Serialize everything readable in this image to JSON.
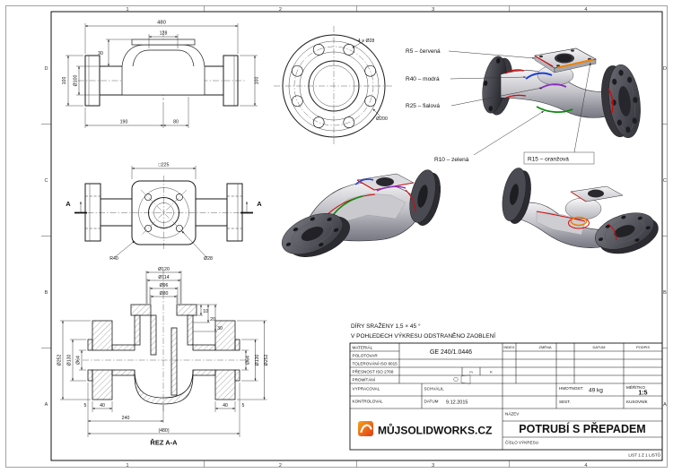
{
  "sheet": {
    "zone_numbers": [
      "1",
      "2",
      "3",
      "4"
    ],
    "zone_letters": [
      "D",
      "C",
      "B",
      "A"
    ],
    "list_info": "LIST 1 Z 1 LISTŮ"
  },
  "notes": {
    "line1": "DÍRY SRAŽENY 1,5 × 45 °",
    "line2": "V POHLEDECH VÝKRESU ODSTRANĚNO ZAOBLENÍ"
  },
  "callouts": {
    "r5": "R5 – červená",
    "r40": "R40 – modrá",
    "r25": "R25 – fialová",
    "r10": "R10 – zelená",
    "r15": "R15 – oranžová"
  },
  "colors": {
    "red": "#d00b0b",
    "blue": "#1f3fd0",
    "violet": "#8a2bbf",
    "green": "#0c8a0c",
    "orange": "#f08000",
    "logo_red": "#cf1f25"
  },
  "views": {
    "ortho": {
      "d480": "480",
      "d100l": "100",
      "d30": "30",
      "d128": "128",
      "d100r": "100",
      "dia100": "Ø100",
      "d190": "190",
      "d80": "80"
    },
    "flange": {
      "holes": "4 × Ø28",
      "dia200": "Ø200"
    },
    "front": {
      "sq225": "□225",
      "r40": "R40",
      "dia28": "Ø28",
      "letter": "A"
    },
    "section": {
      "label": "ŘEZ A-A",
      "dia120": "Ø120",
      "dia114": "Ø114",
      "dia96": "Ø96",
      "dia80": "Ø80",
      "dia252": "Ø252",
      "dia130": "Ø130",
      "dia64": "Ø64",
      "t10": "10",
      "t20": "20",
      "t30": "30",
      "b5": "5",
      "b40": "40",
      "d240": "240",
      "d480": "(480)"
    }
  },
  "titleblock": {
    "material_label": "MATERIÁL",
    "blank_label": "POLOTOVAR",
    "material_value": "GE 240/1.0446",
    "tolerance": "TOLEROVÁNÍ ISO 8015",
    "accuracy": "PŘESNOST ISO 2768",
    "accuracy_m": "m",
    "accuracy_k": "K",
    "projection": "PROMÍTÁNÍ",
    "drawn_by": "VYPRACOVAL",
    "checked_by": "KONTROLOVAL",
    "approved_by": "SCHVÁLIL",
    "date_label": "DATUM",
    "date_value": "9.12.2015",
    "rev_cols": [
      "INDEX",
      "ZMĚNA",
      "DATUM",
      "PODPIS"
    ],
    "weight_label": "HMOTNOST:",
    "weight_value": "49 kg",
    "scale_label": "MĚŘÍTKO",
    "scale_value": "1:5",
    "assembly_label": "SEST.",
    "bom_label": "KUSOVNÍK",
    "name_label": "NÁZEV",
    "title": "POTRUBÍ S PŘEPADEM",
    "drawing_no_label": "ČÍSLO VÝKRESU",
    "logo_text": "MŮJSOLIDWORKS.CZ"
  }
}
